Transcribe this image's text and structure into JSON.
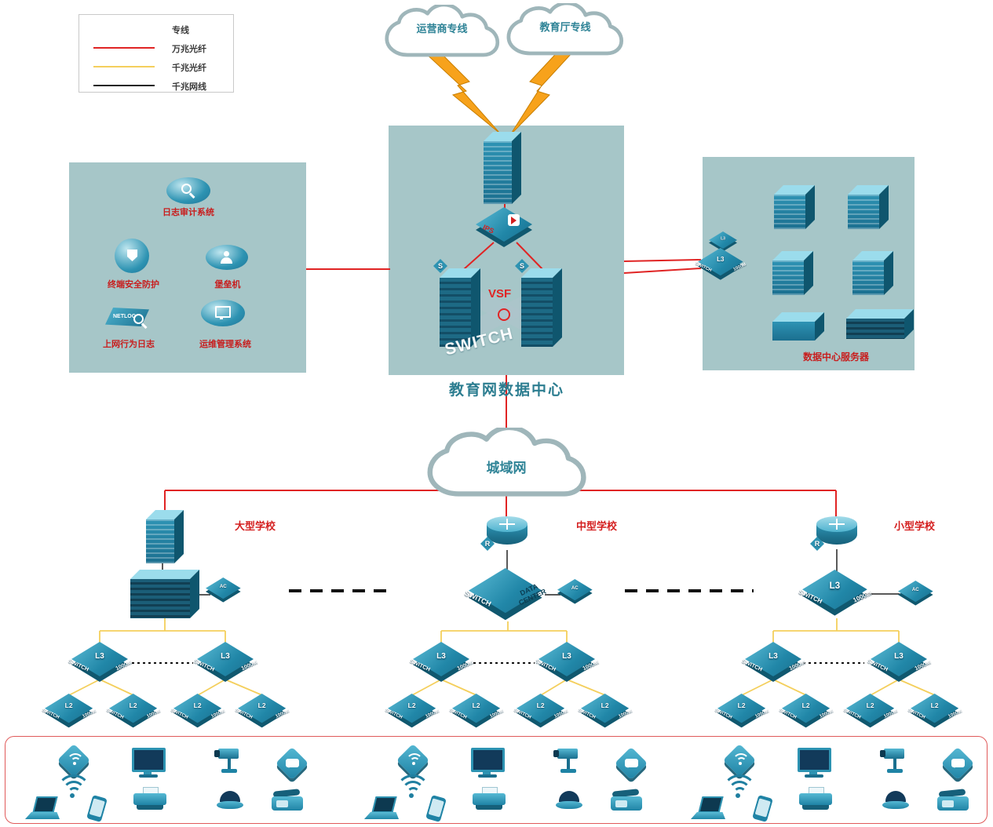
{
  "legend": {
    "items": [
      {
        "label": "专线"
      },
      {
        "label": "万兆光纤"
      },
      {
        "label": "千兆光纤"
      },
      {
        "label": "千兆网线"
      }
    ]
  },
  "clouds": {
    "operator": "运营商专线",
    "education": "教育厅专线",
    "man": "城域网"
  },
  "datacenter": {
    "title": "教育网数据中心",
    "vsf": "VSF",
    "watermark": "SWITCH",
    "ips": "IPS",
    "s_flag": "S"
  },
  "security_zone": {
    "log_audit": "日志审计系统",
    "terminal_security": "终端安全防护",
    "bastion": "堡垒机",
    "netlog": "NETLOG",
    "net_behavior_log": "上网行为日志",
    "ops_mgmt": "运维管理系统"
  },
  "server_zone": {
    "caption": "数据中心服务器"
  },
  "schools": {
    "large": "大型学校",
    "medium": "中型学校",
    "small": "小型学校"
  },
  "labels": {
    "switch": "SWITCH",
    "m1000": "1000M",
    "l3": "L3",
    "l2": "L2",
    "ac": "AC",
    "r": "R",
    "data": "DATA",
    "center": "CENTER"
  },
  "colors": {
    "line_10g": "#e02424",
    "line_1g_fiber": "#f4cf5c",
    "line_1g_copper": "#222222",
    "panel": "#a6c6c8",
    "accent": "#2d93b2"
  }
}
